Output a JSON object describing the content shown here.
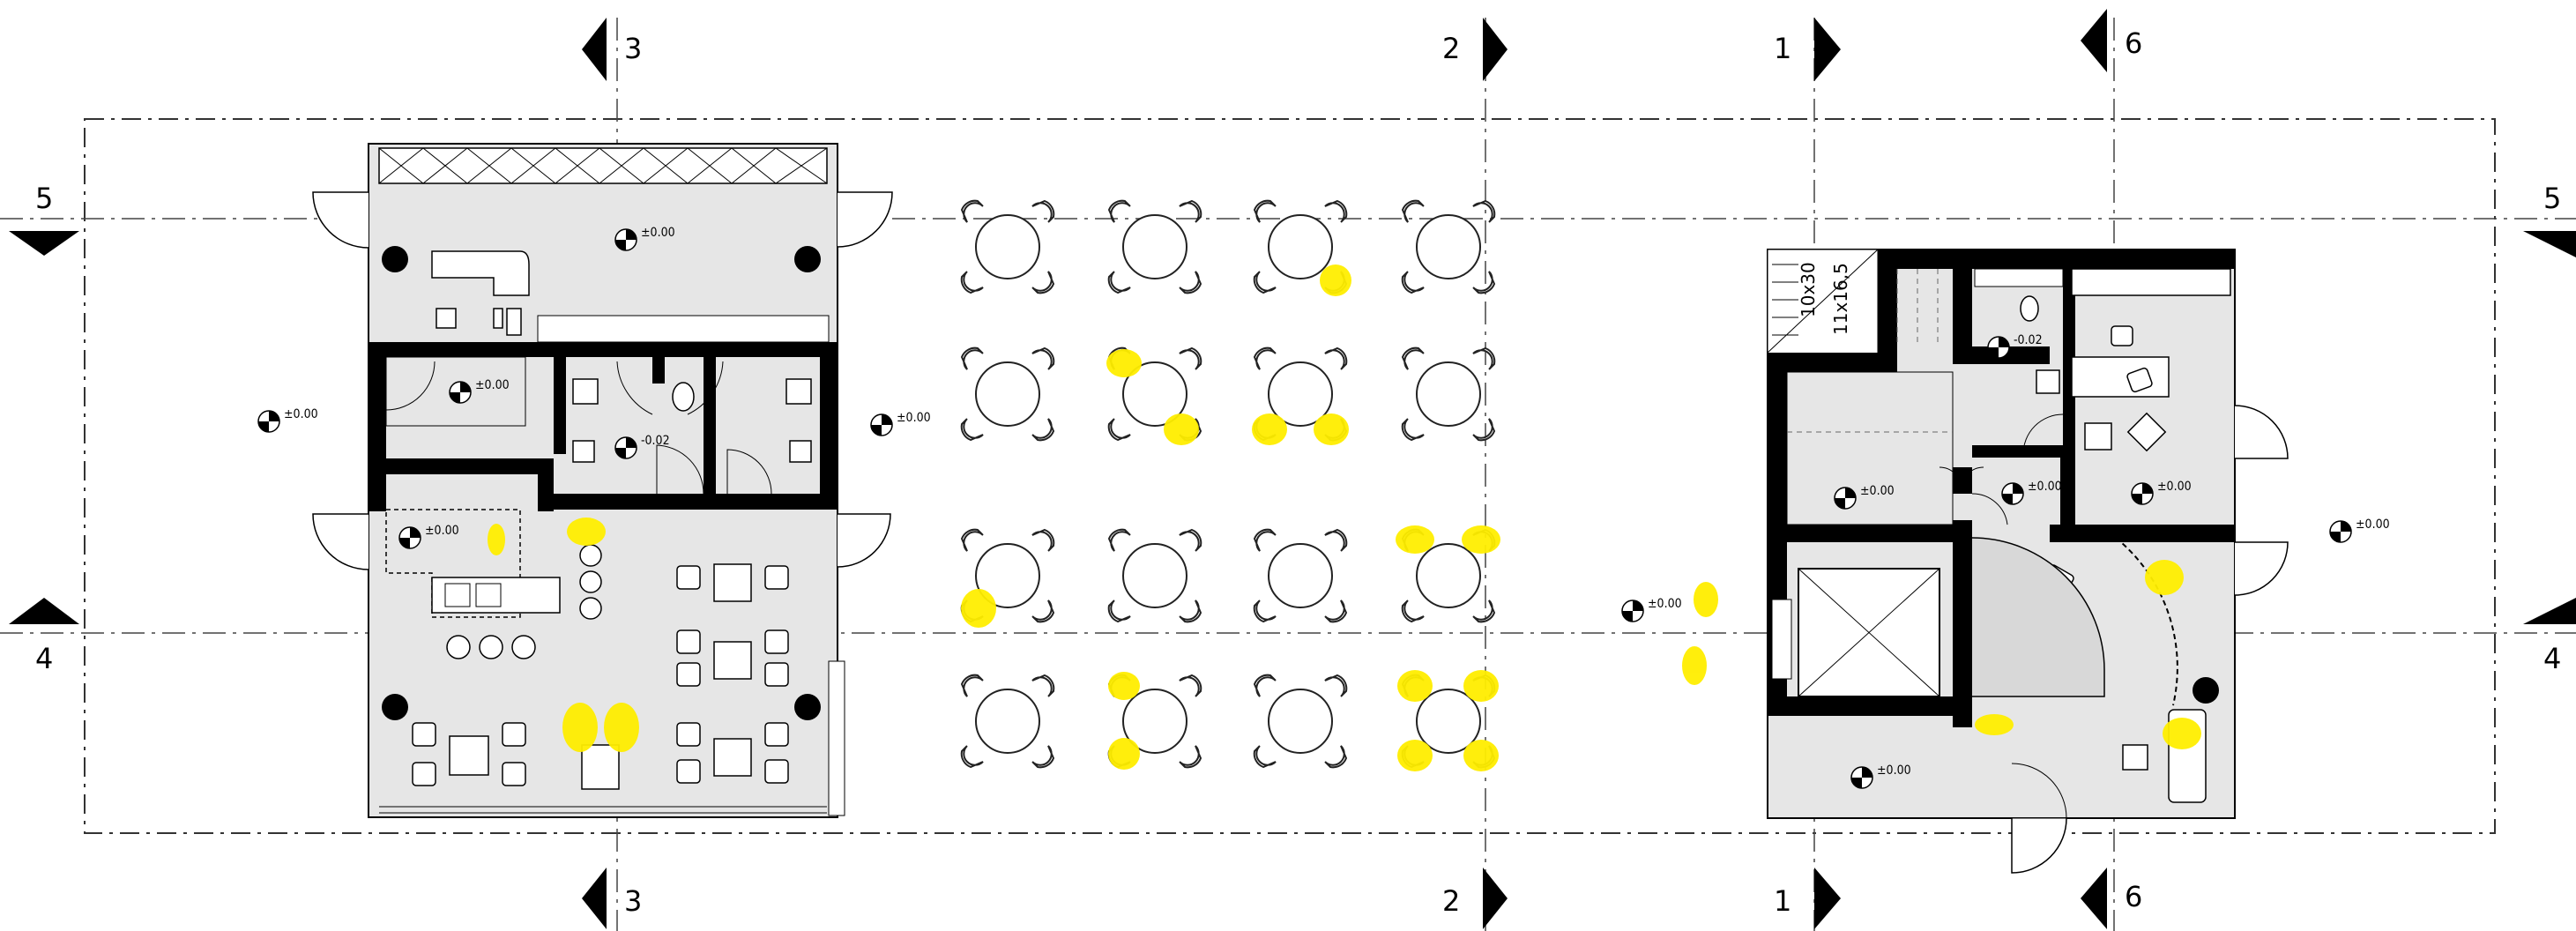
{
  "drawing": {
    "type": "architectural floor plan",
    "colors": {
      "wall": "#000000",
      "floor": "#e6e6e6",
      "line": "#222222",
      "highlight": "#ffee00"
    }
  },
  "section_marks": {
    "top_left": "3",
    "top_mid": "2",
    "top_right_a": "1",
    "top_right_b": "6",
    "bottom_left": "3",
    "bottom_mid": "2",
    "bottom_right_a": "1",
    "bottom_right_b": "6",
    "left_upper": "5",
    "left_lower": "4",
    "right_upper": "5",
    "right_lower": "4"
  },
  "elevations": {
    "left_terrace": "±0.00",
    "building_a_top": "±0.00",
    "building_a_storage": "±0.00",
    "building_a_wc": "-0.02",
    "building_a_bar": "±0.00",
    "mid_terrace": "±0.00",
    "right_terrace_low": "±0.00",
    "building_b_wc": "-0.02",
    "building_b_stair": "±0.00",
    "building_b_hall": "±0.00",
    "building_b_office": "±0.00",
    "building_b_bottom": "±0.00",
    "far_right": "±0.00"
  },
  "stair_labels": {
    "dim1": "10x30",
    "dim2": "11x16,5"
  }
}
